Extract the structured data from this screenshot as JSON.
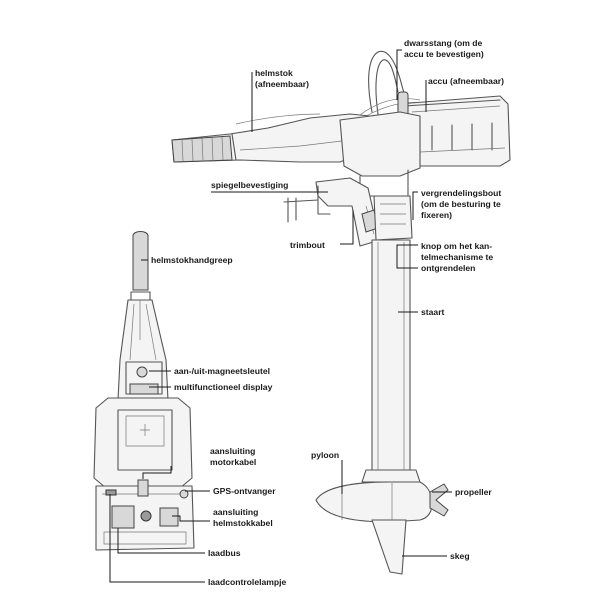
{
  "labels": {
    "dwarsstang": [
      "dwarsstang (om de",
      "accu te bevestigen)"
    ],
    "helmstok": [
      "helmstok",
      "(afneembaar)"
    ],
    "accu": [
      "accu (afneembaar)"
    ],
    "spiegelbevestiging": [
      "spiegelbevestiging"
    ],
    "vergrendelingsbout": [
      "vergrendelingsbout",
      "(om de besturing te",
      "fixeren)"
    ],
    "trimbout": [
      "trimbout"
    ],
    "knop": [
      "knop om het kan-",
      "telmechanisme te",
      "ontgrendelen"
    ],
    "helmstokhandgreep": [
      "helmstokhandgreep"
    ],
    "staart": [
      "staart"
    ],
    "aan_uit": [
      "aan-/uit-magneetsleutel"
    ],
    "display": [
      "multifunctioneel display"
    ],
    "pyloon": [
      "pyloon"
    ],
    "aansluiting_motorkabel": [
      "aansluiting",
      "motorkabel"
    ],
    "gps": [
      "GPS-ontvanger"
    ],
    "propeller": [
      "propeller"
    ],
    "aansluiting_helmstokkabel": [
      "aansluiting",
      "helmstokkabel"
    ],
    "skeg": [
      "skeg"
    ],
    "laadbus": [
      "laadbus"
    ],
    "laadcontrolelampje": [
      "laadcontrolelampje"
    ]
  }
}
